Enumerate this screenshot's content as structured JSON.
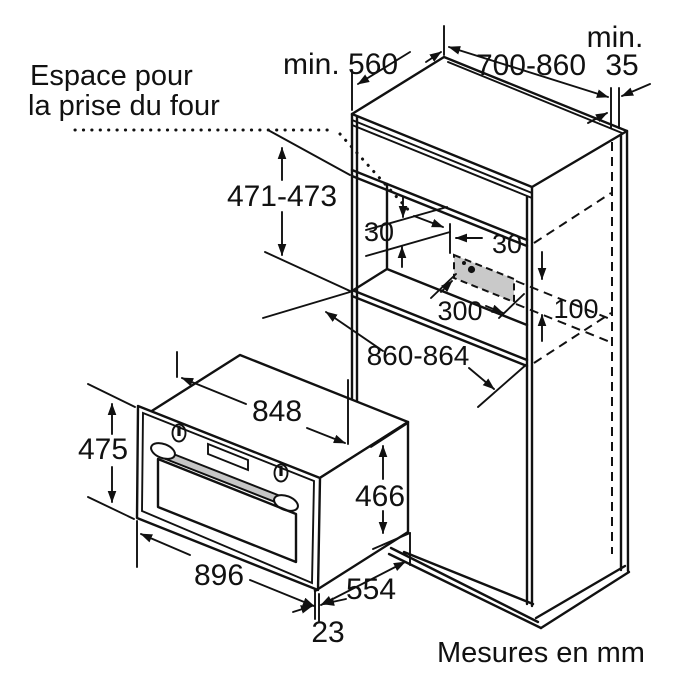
{
  "drawing": {
    "note_line1": "Espace pour",
    "note_line2": "la prise du four",
    "footer": "Mesures en mm"
  },
  "dimensions": {
    "cabinet_depth": "min. 560",
    "niche_floor_height": "700-860",
    "rear_clearance_label": "min.",
    "rear_clearance_value": "35",
    "niche_height": "471-473",
    "socket_top_offset": "30",
    "socket_side_offset": "30",
    "socket_area_width": "300",
    "socket_area_height": "100",
    "niche_width": "860-864",
    "oven_top_width": "848",
    "oven_front_height": "475",
    "oven_body_height": "466",
    "oven_front_width": "896",
    "oven_depth": "554",
    "door_overhang": "23"
  },
  "colors": {
    "line": "#111111",
    "socket_area_fill": "#c9c9c9",
    "handle_fill": "#c6c6c6"
  }
}
